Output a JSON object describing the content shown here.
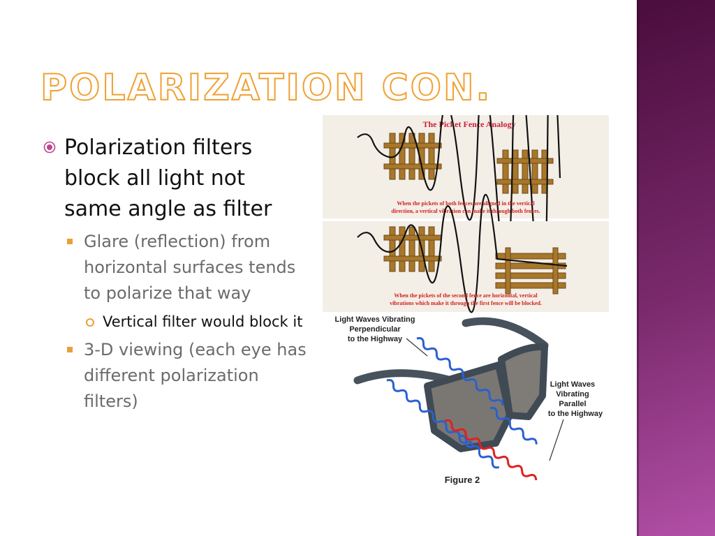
{
  "slide": {
    "title": "Polarization con.",
    "bullets": [
      {
        "text": "Polarization filters block all light not same angle as filter",
        "children": [
          {
            "text": "Glare (reflection) from horizontal surfaces tends to polarize that way",
            "children": [
              {
                "text": "Vertical filter would block it"
              }
            ]
          },
          {
            "text": "3-D viewing (each eye has different polarization filters)"
          }
        ]
      }
    ]
  },
  "figure": {
    "picket_title": "The Picket Fence Analogy",
    "caption1_line1": "When the pickets of both fences are aligned in the vertical",
    "caption1_line2": "direction, a vertical vibration can make it through both fences.",
    "caption2_line1": "When the pickets of the second fence are horizontal, vertical",
    "caption2_line2": "vibrations which make it through the first fence will be blocked.",
    "label_perp_1": "Light Waves Vibrating",
    "label_perp_2": "Perpendicular",
    "label_perp_3": "to the Highway",
    "label_par_1": "Light Waves",
    "label_par_2": "Vibrating",
    "label_par_3": "Parallel",
    "label_par_4": "to the Highway",
    "figure_label": "Figure 2"
  },
  "colors": {
    "accent": "#e8a03a",
    "title_outline": "#f0a030",
    "band_dark": "#4a0d3c",
    "band_light": "#b24fa7",
    "fence_wood": "#a8772a",
    "caption_red": "#d02020",
    "wave_blue": "#2a60d0",
    "wave_red": "#e02020"
  },
  "icons": {
    "level1_bullet": "target-circle-icon",
    "level2_bullet": "square-bullet-icon",
    "level3_bullet": "ring-bullet-icon"
  }
}
